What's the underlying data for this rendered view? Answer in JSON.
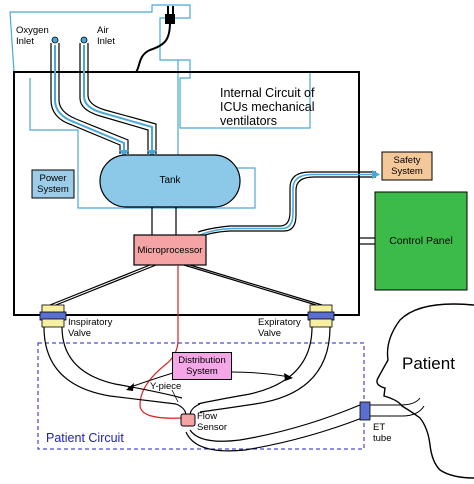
{
  "labels": {
    "oxygen_inlet": "Oxygen\nInlet",
    "air_inlet": "Air\nInlet",
    "title": "Internal Circuit of\nICUs mechanical\nventilators",
    "power_system": "Power\nSystem",
    "tank": "Tank",
    "safety_system": "Safety\nSystem",
    "microprocessor": "Microprocessor",
    "control_panel": "Control Panel",
    "inspiratory_valve": "Inspiratory\nValve",
    "expiratory_valve": "Expiratory\nValve",
    "distribution_system": "Distribution\nSystem",
    "y_piece": "Y-piece",
    "flow_sensor": "Flow\nSensor",
    "patient_circuit": "Patient Circuit",
    "et_tube": "ET\ntube",
    "patient": "Patient"
  },
  "colors": {
    "tank_fill": "#8cc8e8",
    "power_fill": "#9ccce8",
    "safety_fill": "#f5c89a",
    "micro_fill": "#f4a4a4",
    "control_fill": "#3dbb4a",
    "distribution_fill": "#f4a6e6",
    "valve_blue": "#5a6fd0",
    "valve_yellow": "#f7f0a0",
    "flow_sensor_fill": "#f4a4a4",
    "circuit_line": "#4aa8d8",
    "patient_circuit_border": "#2020c0",
    "signal_red": "#e02020"
  }
}
